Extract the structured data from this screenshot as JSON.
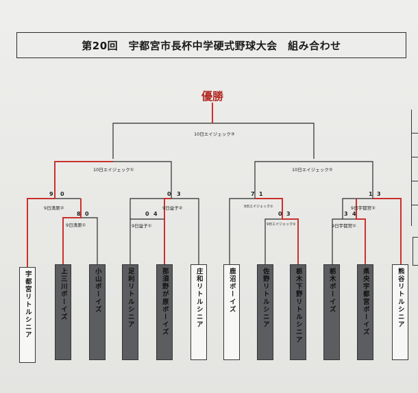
{
  "title": "第20回　宇都宮市長杯中学硬式野球大会　組み合わせ",
  "champion_label": "優勝",
  "match_labels": {
    "final": "10日エイジェック③",
    "semi_left": "10日エイジェック①",
    "semi_right": "10日エイジェック②",
    "qf1": "9日清原②",
    "qf2": "9日益子②",
    "qf3": "9日エイジェック①",
    "qf4": "9日宇都宮②",
    "r1_1": "9日清原①",
    "r1_2": "9日益子①",
    "r1_3": "9日エイジェック②",
    "r1_4": "9日宇都宮①"
  },
  "scores": {
    "semiL_a": "9",
    "semiL_b": "0",
    "semiL_c": "0",
    "semiL_d": "3",
    "semiR_a": "7",
    "semiR_b": "1",
    "semiR_c": "1",
    "semiR_d": "3",
    "r1_1a": "8",
    "r1_1b": "0",
    "r1_2a": "0",
    "r1_2b": "4",
    "r1_3a": "0",
    "r1_3b": "3",
    "r1_4a": "3",
    "r1_4b": "4"
  },
  "teams": [
    {
      "name": "宇都宮リトルシニア",
      "style": "light"
    },
    {
      "name": "上三川ボーイズ",
      "style": "dark"
    },
    {
      "name": "小山ボーイズ",
      "style": "dark"
    },
    {
      "name": "足利リトルシニア",
      "style": "dark"
    },
    {
      "name": "那須野が原ボーイズ",
      "style": "dark"
    },
    {
      "name": "庄和リトルシニア",
      "style": "light"
    },
    {
      "name": "鹿沼ボーイズ",
      "style": "light"
    },
    {
      "name": "佐野リトルシニア",
      "style": "dark"
    },
    {
      "name": "栃木下野リトルシニア",
      "style": "dark"
    },
    {
      "name": "栃木ボーイズ",
      "style": "dark"
    },
    {
      "name": "県央宇都宮ボーイズ",
      "style": "dark"
    },
    {
      "name": "熊谷リトルシニア",
      "style": "light"
    }
  ],
  "colors": {
    "winner_line": "#c9302c",
    "line": "#2a2a2a",
    "champion": "#b22a25"
  }
}
